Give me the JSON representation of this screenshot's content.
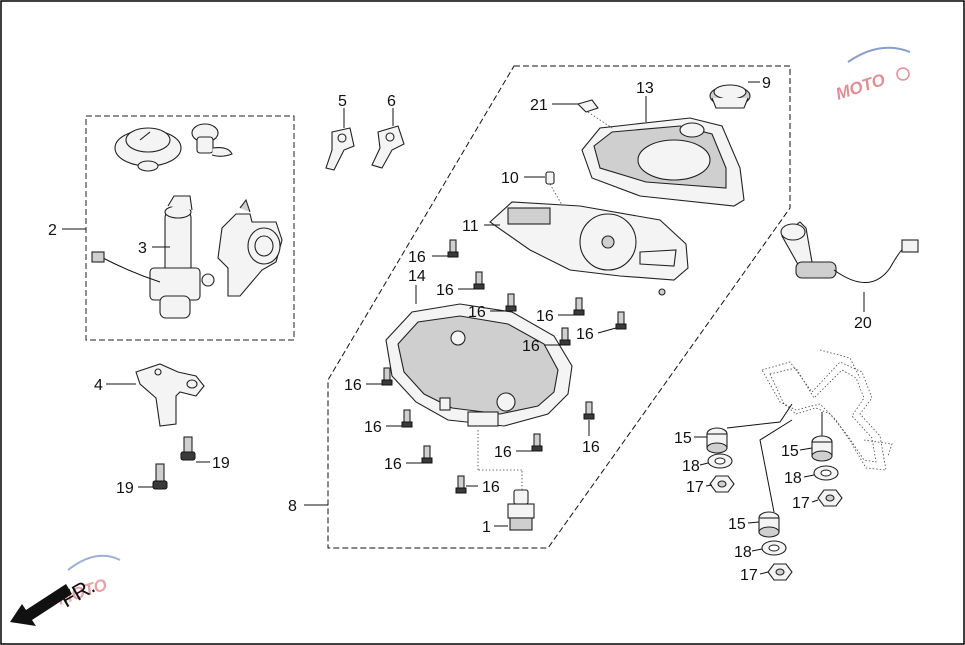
{
  "diagram": {
    "callouts": {
      "c1": "1",
      "c2": "2",
      "c3": "3",
      "c4": "4",
      "c5": "5",
      "c6": "6",
      "c8": "8",
      "c9": "9",
      "c10": "10",
      "c11": "11",
      "c13": "13",
      "c14": "14",
      "c15": "15",
      "c16": "16",
      "c17": "17",
      "c18": "18",
      "c19": "19",
      "c20": "20",
      "c21": "21"
    },
    "direction_label": "FR.",
    "watermark": "MOTO"
  },
  "colors": {
    "line": "#111111",
    "watermark_red": "#c8323c",
    "watermark_blue": "#2a4fa0"
  }
}
